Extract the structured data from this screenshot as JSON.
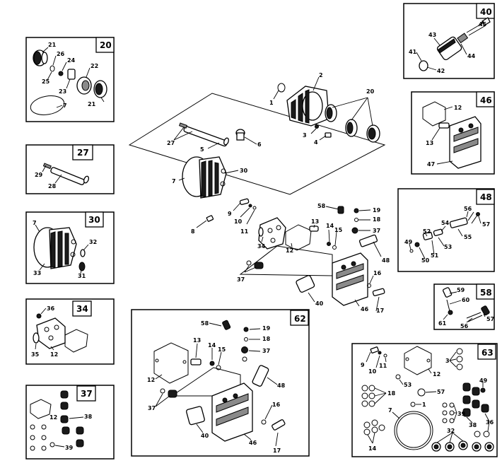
{
  "boxes": {
    "b20": "20",
    "b27": "27",
    "b30": "30",
    "b34": "34",
    "b37": "37",
    "b40": "40",
    "b46": "46",
    "b48": "48",
    "b58": "58",
    "b62": "62",
    "b63": "63"
  },
  "labels": {
    "l21a": "21",
    "l26": "26",
    "l24": "24",
    "l25": "25",
    "l22": "22",
    "l23": "23",
    "l21b": "21",
    "l7a": "7",
    "l29": "29",
    "l28": "28",
    "l7b": "7",
    "l32": "32",
    "l33": "33",
    "l31": "31",
    "l36": "36",
    "l35": "35",
    "l12a": "12",
    "l12b": "12",
    "l38a": "38",
    "l39a": "39",
    "l43": "43",
    "l45": "45",
    "l41": "41",
    "l44": "44",
    "l42": "42",
    "l12c": "12",
    "l13a": "13",
    "l47": "47",
    "l56a": "56",
    "l57a": "57",
    "l54": "54",
    "l52": "52",
    "l55": "55",
    "l49a": "49",
    "l53a": "53",
    "l50": "50",
    "l51": "51",
    "l59": "59",
    "l60": "60",
    "l61": "61",
    "l56b": "56",
    "l57b": "57",
    "l1a": "1",
    "l2": "2",
    "l20": "20",
    "l3a": "3",
    "l4": "4",
    "l27": "27",
    "l5": "5",
    "l6": "6",
    "l7c": "7",
    "l30": "30",
    "l9a": "9",
    "l10a": "10",
    "l11a": "11",
    "l8": "8",
    "l58a": "58",
    "l19a": "19",
    "l18a": "18",
    "l37a": "37",
    "l13b": "13",
    "l14a": "14",
    "l15a": "15",
    "l34": "34",
    "l12d": "12",
    "l48a": "48",
    "l37b": "37",
    "l16a": "16",
    "l40a": "40",
    "l46a": "46",
    "l17a": "17",
    "l58b": "58",
    "l19b": "19",
    "l18b": "18",
    "l37c": "37",
    "l13c": "13",
    "l14b": "14",
    "l15b": "15",
    "l12e": "12",
    "l48b": "48",
    "l37d": "37",
    "l16b": "16",
    "l40b": "40",
    "l46b": "46",
    "l17b": "17",
    "l9b": "9",
    "l10b": "10",
    "l11b": "11",
    "l12f": "12",
    "l3b": "3",
    "l49b": "49",
    "l18c": "18",
    "l53b": "53",
    "l57c": "57",
    "l1b": "1",
    "l7d": "7",
    "l39b": "39",
    "l38b": "38",
    "l36b": "36",
    "l32b": "32",
    "l14c": "14"
  }
}
